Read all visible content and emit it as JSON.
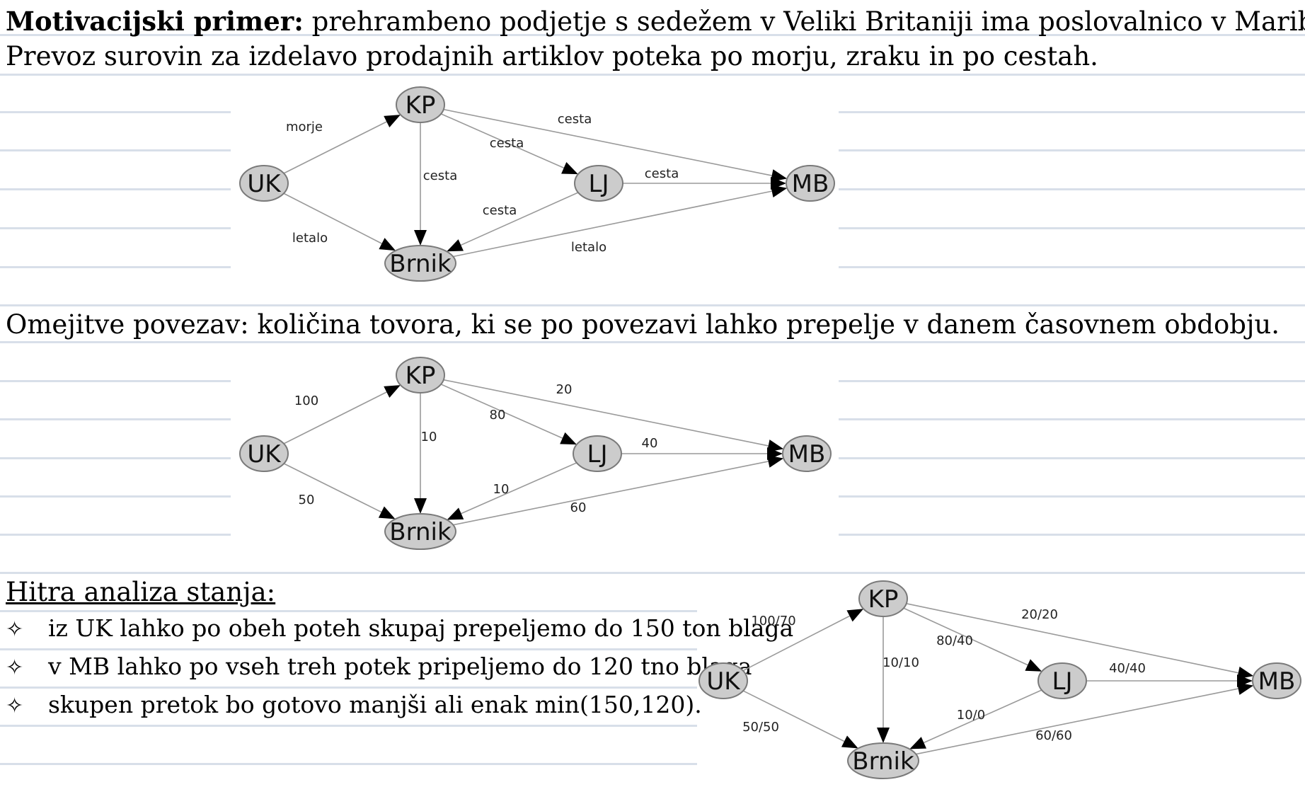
{
  "intro": {
    "label": "Motivacijski primer:",
    "line1": "prehrambeno podjetje s sedežem v Veliki Britaniji ima poslovalnico v Mariboru.",
    "line2": "Prevoz surovin za izdelavo prodajnih artiklov poteka po morju, zraku in po cestah."
  },
  "constraints_text": "Omejitve povezav: količina tovora, ki se po povezavi lahko prepelje v danem časovnem obdobju.",
  "analysis": {
    "title": "Hitra analiza stanja:",
    "bullets": [
      "iz UK lahko po obeh poteh skupaj prepeljemo do 150 ton blaga",
      "v MB lahko po vseh treh potek pripeljemo do 120 tno blaga",
      "skupen pretok bo gotovo manjši ali enak min(150,120)."
    ]
  },
  "colors": {
    "node_fill": "#cccccc",
    "node_stroke": "#7a7a7a",
    "edge": "#9a9a9a",
    "arrow": "#000000",
    "rule": "#d8dfe9"
  },
  "nodes": [
    "UK",
    "KP",
    "LJ",
    "Brnik",
    "MB"
  ],
  "graphs": [
    {
      "id": "transport",
      "edges": [
        {
          "from": "UK",
          "to": "KP",
          "label": "morje"
        },
        {
          "from": "UK",
          "to": "Brnik",
          "label": "letalo"
        },
        {
          "from": "KP",
          "to": "Brnik",
          "label": "cesta"
        },
        {
          "from": "KP",
          "to": "LJ",
          "label": "cesta"
        },
        {
          "from": "KP",
          "to": "MB",
          "label": "cesta"
        },
        {
          "from": "LJ",
          "to": "Brnik",
          "label": "cesta"
        },
        {
          "from": "LJ",
          "to": "MB",
          "label": "cesta"
        },
        {
          "from": "Brnik",
          "to": "MB",
          "label": "letalo"
        }
      ]
    },
    {
      "id": "capacity",
      "edges": [
        {
          "from": "UK",
          "to": "KP",
          "label": "100"
        },
        {
          "from": "UK",
          "to": "Brnik",
          "label": "50"
        },
        {
          "from": "KP",
          "to": "Brnik",
          "label": "10"
        },
        {
          "from": "KP",
          "to": "LJ",
          "label": "80"
        },
        {
          "from": "KP",
          "to": "MB",
          "label": "20"
        },
        {
          "from": "LJ",
          "to": "Brnik",
          "label": "10"
        },
        {
          "from": "LJ",
          "to": "MB",
          "label": "40"
        },
        {
          "from": "Brnik",
          "to": "MB",
          "label": "60"
        }
      ]
    },
    {
      "id": "flow",
      "edges": [
        {
          "from": "UK",
          "to": "KP",
          "label": "100/70"
        },
        {
          "from": "UK",
          "to": "Brnik",
          "label": "50/50"
        },
        {
          "from": "KP",
          "to": "Brnik",
          "label": "10/10"
        },
        {
          "from": "KP",
          "to": "LJ",
          "label": "80/40"
        },
        {
          "from": "KP",
          "to": "MB",
          "label": "20/20"
        },
        {
          "from": "LJ",
          "to": "Brnik",
          "label": "10/0"
        },
        {
          "from": "LJ",
          "to": "MB",
          "label": "40/40"
        },
        {
          "from": "Brnik",
          "to": "MB",
          "label": "60/60"
        }
      ]
    }
  ]
}
